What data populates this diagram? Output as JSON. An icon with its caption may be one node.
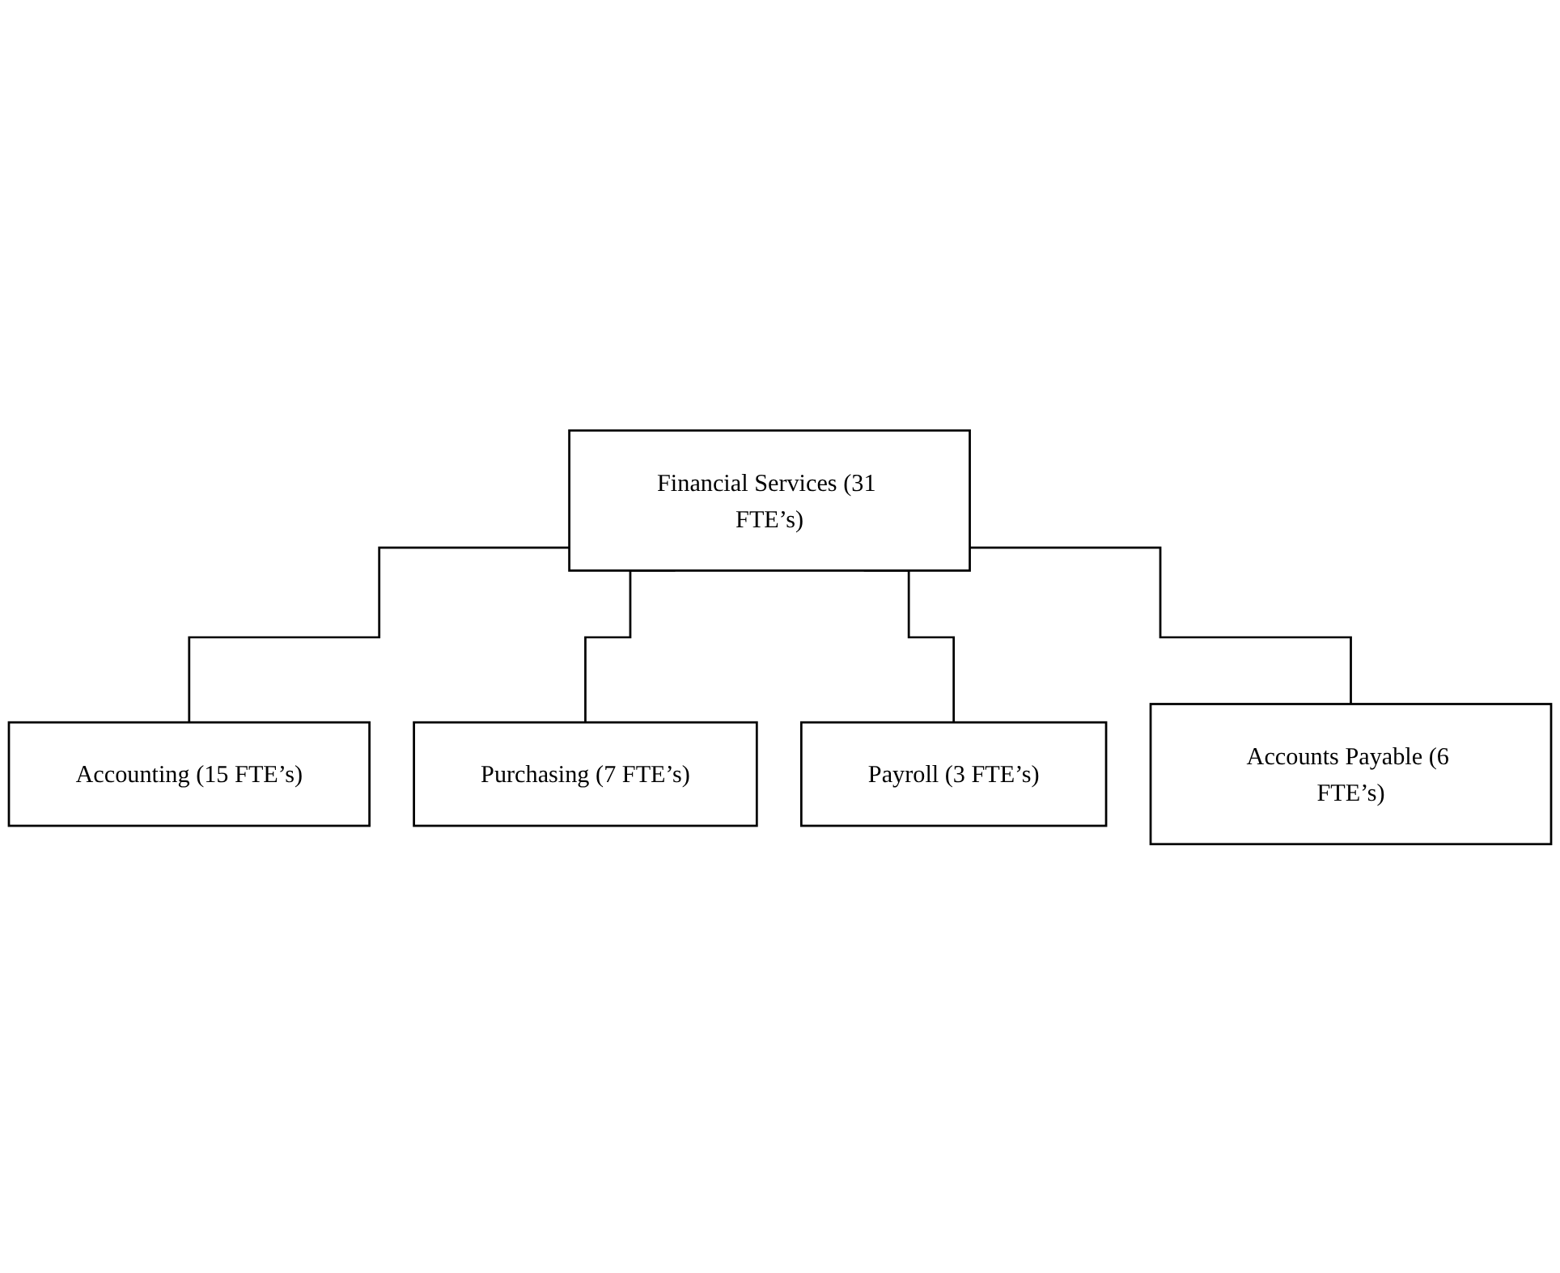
{
  "diagram": {
    "nodes": [
      {
        "text": [
          "Financial Services (31 FTE’s)"
        ]
      },
      {
        "text": [
          "Accounting (15 FTE’s)"
        ]
      },
      {
        "text": [
          "Purchasing (7 FTE’s)"
        ]
      },
      {
        "text": [
          "Payroll (3 FTE’s)"
        ]
      },
      {
        "text": [
          "Accounts Payable (6 FTE’s)"
        ]
      }
    ],
    "edges": [
      {
        "from": 0,
        "to": 1,
        "arrow": "none"
      },
      {
        "from": 0,
        "to": 2,
        "arrow": "none"
      },
      {
        "from": 0,
        "to": 3,
        "arrow": "none"
      },
      {
        "from": 0,
        "to": 4,
        "arrow": "none"
      }
    ]
  }
}
